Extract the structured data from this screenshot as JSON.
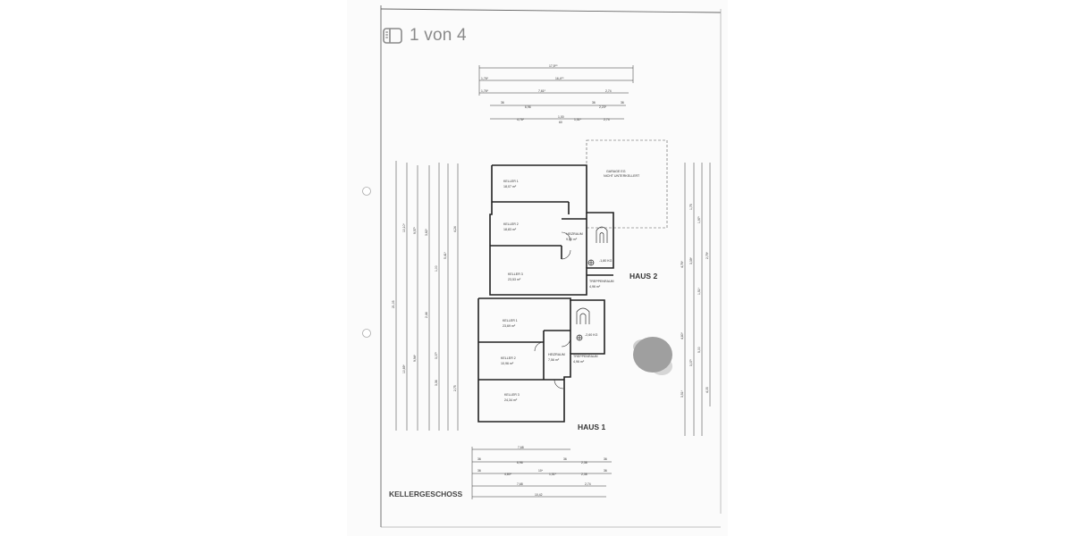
{
  "viewer": {
    "page_counter": "1 von 4",
    "sidebar_toggle_icon": "sidebar-icon"
  },
  "plan": {
    "title": "KELLERGESCHOSS",
    "haus_1": "HAUS 1",
    "haus_2": "HAUS 2",
    "garage_note_1": "GARAGE EG",
    "garage_note_2": "NICHT UNTERKELLERT",
    "haus2_rooms": [
      {
        "name": "KELLER 1",
        "area": "18,07 m²"
      },
      {
        "name": "KELLER 2",
        "area": "18,83 m²"
      },
      {
        "name": "HEIZRAUM",
        "area": "9,50 m²"
      },
      {
        "name": "KELLER 3",
        "area": "23,53 m²"
      },
      {
        "name": "TREPPENRAUM",
        "area": "4,96 m²"
      }
    ],
    "haus1_rooms": [
      {
        "name": "KELLER 1",
        "area": "23,69 m²"
      },
      {
        "name": "KELLER 2",
        "area": "10,96 m²"
      },
      {
        "name": "HEIZRAUM",
        "area": "7,56 m²"
      },
      {
        "name": "KELLER 3",
        "area": "24,34 m²"
      },
      {
        "name": "TREPPENRAUM",
        "area": "4,96 m²"
      }
    ],
    "levels": {
      "haus2": "-1,80 KG",
      "haus1": "-2,60 KG"
    },
    "top_dims": [
      [
        "17,5⁵⁰"
      ],
      [
        "1,76⁵",
        "16,4⁰⁰"
      ],
      [
        "1,76⁵",
        "7,61⁰",
        "2,74"
      ],
      [
        "36",
        "6,96",
        "36",
        "2,23⁵",
        "36"
      ],
      [
        "4,76⁵",
        "1,00",
        "1,51⁵",
        "2,74"
      ]
    ],
    "top_dims_sub": "60",
    "bottom_dims": [
      [
        "7,68"
      ],
      [
        "36",
        "6,96",
        "36",
        "2,38",
        "36"
      ],
      [
        "36",
        "4,80⁵",
        "10⁴",
        "1,51⁵",
        "2,38",
        "36"
      ],
      [
        "7,68",
        "2,74"
      ],
      [
        "10,42"
      ]
    ],
    "left_dims": [
      "21,03",
      "10,10⁵",
      "9,57⁵",
      "10,69⁵",
      "9,94⁵",
      "2,44",
      "3,62⁵",
      "1,00",
      "3,07⁵",
      "3,36",
      "5,41⁵",
      "4,24",
      "2,75"
    ],
    "right_dims": [
      "4,76⁵",
      "1,75",
      "3,39⁵",
      "4,80⁵",
      "1,97⁵",
      "1,51⁵",
      "2,79⁵",
      "3,51⁵",
      "3,07⁵",
      "5,00",
      "4,05"
    ]
  }
}
